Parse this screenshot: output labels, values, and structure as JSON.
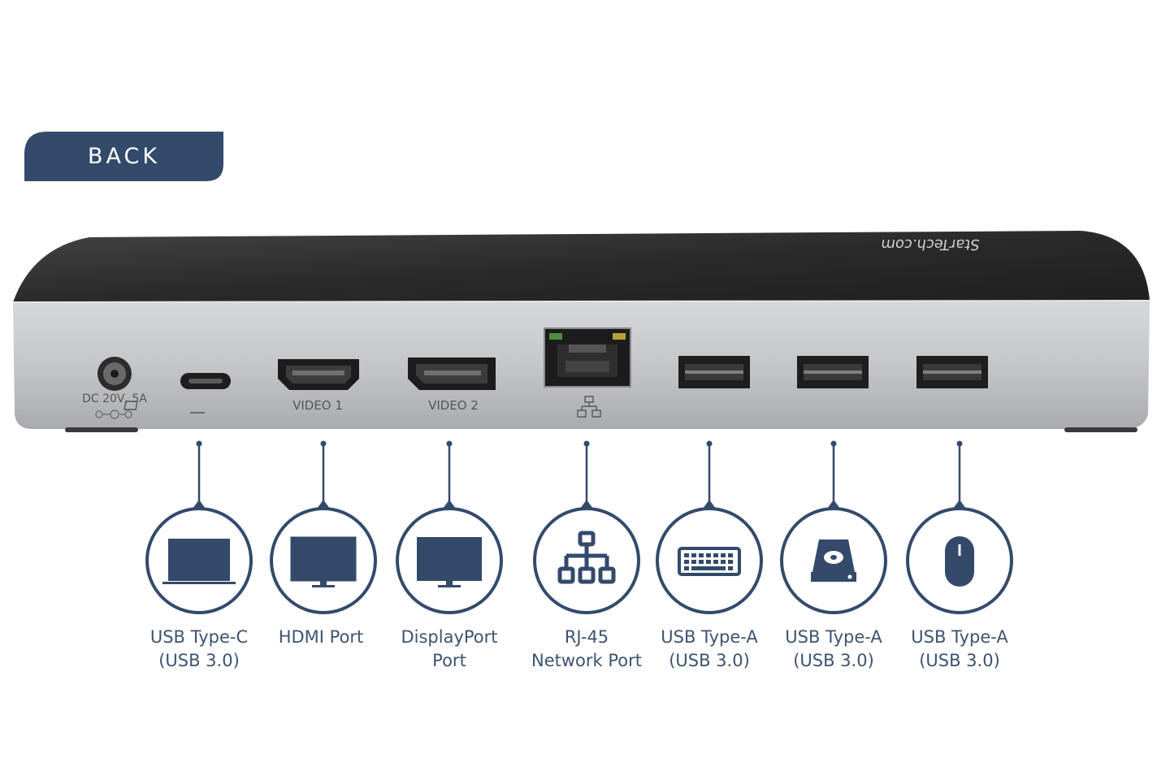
{
  "back_tab": {
    "label": "BACK",
    "color": "#334a6b"
  },
  "dock": {
    "brand": "StarTech.com",
    "ports": [
      {
        "id": "dc",
        "label_line1": "DC 20V, 5A"
      },
      {
        "id": "usbc",
        "icon": "laptop-glyph"
      },
      {
        "id": "hdmi",
        "label_line1": "VIDEO 1"
      },
      {
        "id": "dp",
        "label_line1": "VIDEO 2"
      },
      {
        "id": "rj45",
        "icon": "network-glyph"
      },
      {
        "id": "usba1"
      },
      {
        "id": "usba2"
      },
      {
        "id": "usba3"
      }
    ]
  },
  "callouts": [
    {
      "icon": "laptop-icon",
      "line1": "USB Type-C",
      "line2": "(USB 3.0)"
    },
    {
      "icon": "monitor-icon",
      "line1": "HDMI Port",
      "line2": ""
    },
    {
      "icon": "monitor-icon",
      "line1": "DisplayPort",
      "line2": "Port"
    },
    {
      "icon": "network-icon",
      "line1": "RJ-45",
      "line2": "Network Port"
    },
    {
      "icon": "keyboard-icon",
      "line1": "USB Type-A",
      "line2": "(USB 3.0)"
    },
    {
      "icon": "hard-drive-icon",
      "line1": "USB Type-A",
      "line2": "(USB 3.0)"
    },
    {
      "icon": "mouse-icon",
      "line1": "USB Type-A",
      "line2": "(USB 3.0)"
    }
  ],
  "colors": {
    "accent": "#334a6b",
    "caption": "#3d5370",
    "dock_top": "#2b2b2b",
    "dock_front": "#c2c4c7"
  }
}
